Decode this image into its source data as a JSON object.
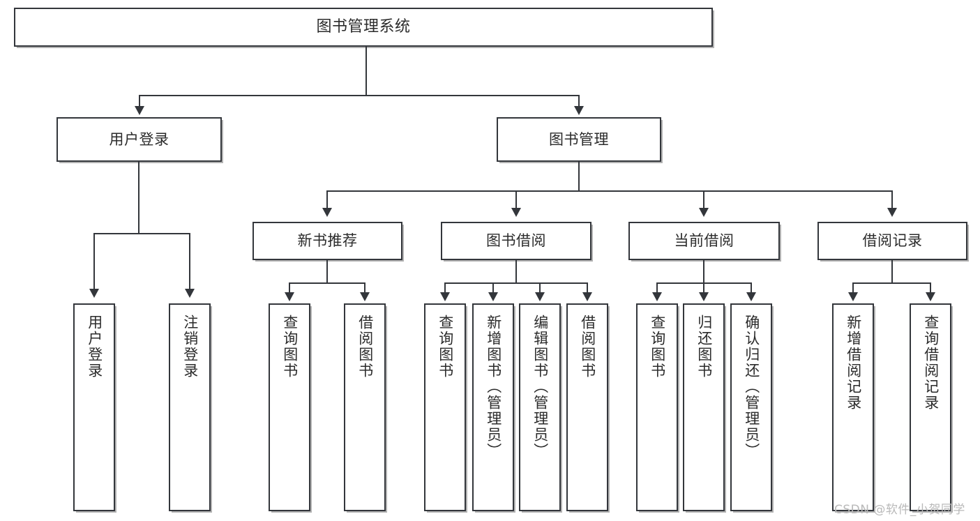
{
  "diagram": {
    "title": "图书管理系统",
    "type": "tree-hierarchy-chart",
    "root": {
      "label": "图书管理系统"
    },
    "level2": [
      {
        "label": "用户登录"
      },
      {
        "label": "图书管理"
      }
    ],
    "level3": [
      {
        "label": "新书推荐"
      },
      {
        "label": "图书借阅"
      },
      {
        "label": "当前借阅"
      },
      {
        "label": "借阅记录"
      }
    ],
    "leaves": {
      "user_login": [
        {
          "label": "用户登录"
        },
        {
          "label": "注销登录"
        }
      ],
      "new_book_recommend": [
        {
          "label": "查询图书"
        },
        {
          "label": "借阅图书"
        }
      ],
      "book_borrow": [
        {
          "label": "查询图书"
        },
        {
          "label": "新增图书（管理员）"
        },
        {
          "label": "编辑图书（管理员）"
        },
        {
          "label": "借阅图书"
        }
      ],
      "current_borrow": [
        {
          "label": "查询图书"
        },
        {
          "label": "归还图书"
        },
        {
          "label": "确认归还（管理员）"
        }
      ],
      "borrow_record": [
        {
          "label": "新增借阅记录"
        },
        {
          "label": "查询借阅记录"
        }
      ]
    }
  },
  "watermark": {
    "text": "CSDN @软件_小贺同学"
  },
  "colors": {
    "border": "#33363b",
    "text": "#2b2b2b",
    "background": "#ffffff",
    "watermark": "#b9b9b9"
  }
}
